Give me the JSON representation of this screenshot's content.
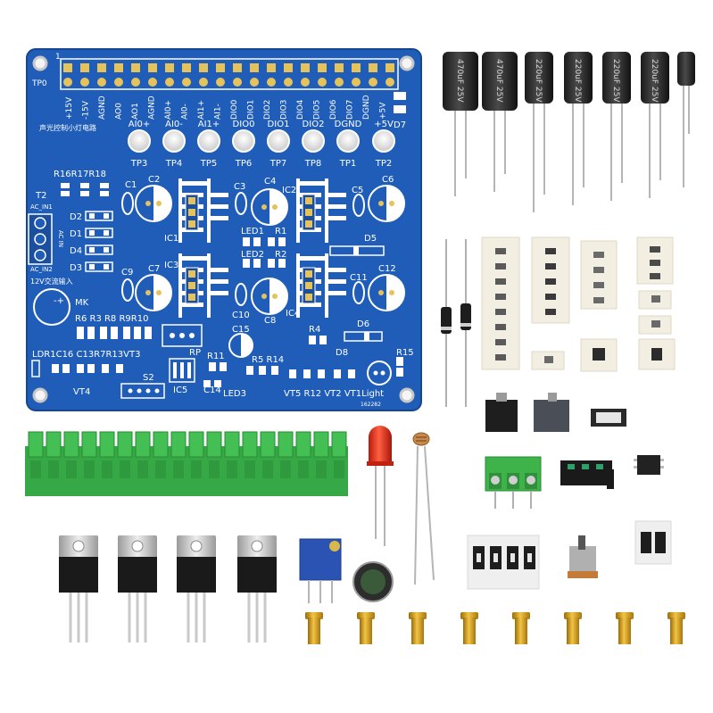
{
  "pcb": {
    "header_pin1": "1",
    "tp0": "TP0",
    "top_labels": [
      "+15V",
      "-15V",
      "AGND",
      "AO0",
      "AO1",
      "AGND",
      "AI0+",
      "AI0-",
      "AI1+",
      "AI1-",
      "DIO0",
      "DIO1",
      "DIO2",
      "DIO3",
      "DIO4",
      "DIO5",
      "DIO6",
      "DIO7",
      "DGND",
      "+5V"
    ],
    "cn_title": "声光控制小灯电路",
    "tp_top": [
      "AI0+",
      "AI0-",
      "AI1+",
      "DIO0",
      "DIO1",
      "DIO2",
      "DGND",
      "+5V"
    ],
    "tp_bottom": [
      "TP3",
      "TP4",
      "TP5",
      "TP6",
      "TP7",
      "TP8",
      "TP1",
      "TP2"
    ],
    "d7": "D7",
    "r_top": "R16R17R18",
    "t2": "T2",
    "ac_in1": "AC_IN1",
    "ac_in2": "AC_IN2",
    "ac_mid": "AC IN",
    "diodes": [
      "D2",
      "D1",
      "D4",
      "D3"
    ],
    "cn_ac": "12V交流输入",
    "mk": "MK",
    "r_row": "R6 R3 R8 R9R10",
    "row_ldr": "LDR1C16 C13R7R13VT3",
    "vt4": "VT4",
    "s2": "S2",
    "ic5": "IC5",
    "rp": "RP",
    "labels": {
      "c1": "C1",
      "c2": "C2",
      "c3": "C3",
      "c4": "C4",
      "ic2": "IC2",
      "c5": "C5",
      "c6": "C6",
      "ic1": "IC1",
      "led1": "LED1",
      "r1": "R1",
      "led2": "LED2",
      "r2": "R2",
      "d5": "D5",
      "ic3": "IC3",
      "c9": "C9",
      "c7": "C7",
      "c11": "C11",
      "c12": "C12",
      "c8": "C8",
      "ic4": "IC4",
      "c10": "C10",
      "d6": "D6",
      "r4": "R4",
      "c15": "C15",
      "d8": "D8",
      "r11": "R11",
      "r5r14": "R5 R14",
      "r15": "R15",
      "c14": "C14",
      "led3": "LED3"
    },
    "bottom_row": "VT5 R12 VT2 VT1Light",
    "code": "162282"
  },
  "parts": {
    "cap_labels": [
      "470uF 25V",
      "470uF 25V",
      "220uF 25V",
      "220uF 25V",
      "220uF 25V",
      "220uF 25V"
    ]
  },
  "colors": {
    "pcb_blue": "#1f5db8",
    "terminal_green": "#3db34a",
    "led_red": "#e8341c",
    "brass": "#d4a21a"
  }
}
